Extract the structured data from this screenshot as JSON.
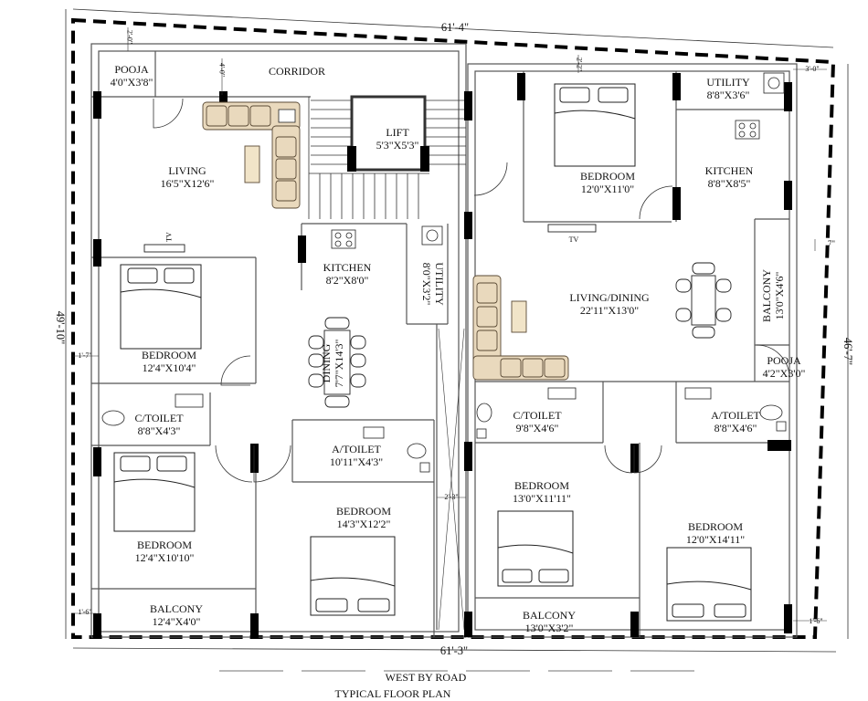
{
  "title": "TYPICAL FLOOR PLAN",
  "road_label": "WEST BY ROAD",
  "dimensions": {
    "top": "61'-4\"",
    "bottom": "61'-3\"",
    "left": "49'-10\"",
    "right": "46'-7\"",
    "pooja_gap": "2'-0\"",
    "corridor_gap": "4'-0\"",
    "bedroom_gap": "2'-2\"",
    "utility_gap": "3'-0\"",
    "balcony_gap": "7\"",
    "left_offset": "1'-7\"",
    "center_gap": "2'-3\"",
    "left_bottom_gap": "1'-6\"",
    "right_bottom_gap": "1'-6\""
  },
  "rooms": {
    "pooja_left": {
      "name": "POOJA",
      "size": "4'0\"X3'8\""
    },
    "corridor": {
      "name": "CORRIDOR"
    },
    "lift": {
      "name": "LIFT",
      "size": "5'3\"X5'3\""
    },
    "living_left": {
      "name": "LIVING",
      "size": "16'5\"X12'6\""
    },
    "kitchen_left": {
      "name": "KITCHEN",
      "size": "8'2\"X8'0\""
    },
    "utility_center": {
      "name": "UTILITY",
      "size": "8'0\"X3'2\""
    },
    "bedroom_left_mid": {
      "name": "BEDROOM",
      "size": "12'4\"X10'4\""
    },
    "dining_left": {
      "name": "DINING",
      "size": "7'7\"X14'3\""
    },
    "ctoilet_left": {
      "name": "C/TOILET",
      "size": "8'8\"X4'3\""
    },
    "atoilet_left": {
      "name": "A/TOILET",
      "size": "10'11\"X4'3\""
    },
    "bedroom_left_low": {
      "name": "BEDROOM",
      "size": "12'4\"X10'10\""
    },
    "bedroom_left_center": {
      "name": "BEDROOM",
      "size": "14'3\"X12'2\""
    },
    "balcony_left": {
      "name": "BALCONY",
      "size": "12'4\"X4'0\""
    },
    "bedroom_right_top": {
      "name": "BEDROOM",
      "size": "12'0\"X11'0\""
    },
    "utility_right": {
      "name": "UTILITY",
      "size": "8'8\"X3'6\""
    },
    "kitchen_right": {
      "name": "KITCHEN",
      "size": "8'8\"X8'5\""
    },
    "living_dining_right": {
      "name": "LIVING/DINING",
      "size": "22'11\"X13'0\""
    },
    "balcony_right_side": {
      "name": "BALCONY",
      "size": "13'0\"X4'6\""
    },
    "pooja_right": {
      "name": "POOJA",
      "size": "4'2\"X3'0\""
    },
    "ctoilet_right": {
      "name": "C/TOILET",
      "size": "9'8\"X4'6\""
    },
    "atoilet_right": {
      "name": "A/TOILET",
      "size": "8'8\"X4'6\""
    },
    "bedroom_right_center": {
      "name": "BEDROOM",
      "size": "13'0\"X11'11\""
    },
    "bedroom_right_low": {
      "name": "BEDROOM",
      "size": "12'0\"X14'11\""
    },
    "balcony_right": {
      "name": "BALCONY",
      "size": "13'0\"X3'2\""
    }
  },
  "tv_labels": {
    "left": "TV",
    "right": "TV"
  },
  "colors": {
    "line": "#222222",
    "wall": "#555555",
    "column": "#000000",
    "furniture_fill": "#e9d9bd",
    "furniture_stroke": "#5a4a35",
    "bed_fill": "#ffffff"
  }
}
